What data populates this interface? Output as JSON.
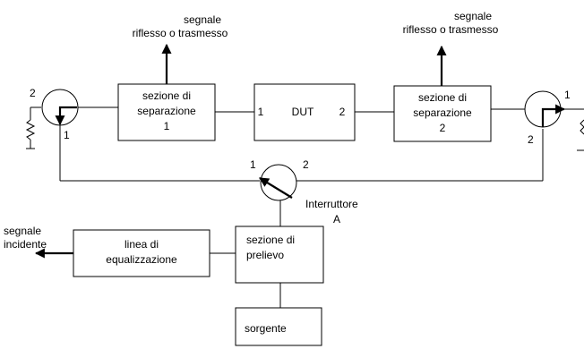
{
  "blocks": {
    "sep1_line1": "sezione di",
    "sep1_line2": "separazione",
    "sep1_line3": "1",
    "dut_label": "DUT",
    "dut_port_left": "1",
    "dut_port_right": "2",
    "sep2_line1": "sezione di",
    "sep2_line2": "separazione",
    "sep2_line3": "2",
    "eq_line1": "linea di",
    "eq_line2": "equalizzazione",
    "prel_line1": "sezione di",
    "prel_line2": "prelievo",
    "source": "sorgente"
  },
  "signals": {
    "left_line1": "segnale",
    "left_line2": "riflesso o trasmesso",
    "right_line1": "segnale",
    "right_line2": "riflesso o trasmesso",
    "incident_line1": "segnale",
    "incident_line2": "incidente"
  },
  "switches": {
    "left_port_top": "2",
    "left_port_bottom": "1",
    "right_port_top": "1",
    "right_port_bottom": "2",
    "main_port_left": "1",
    "main_port_right": "2",
    "main_label_line1": "Interruttore",
    "main_label_line2": "A"
  }
}
